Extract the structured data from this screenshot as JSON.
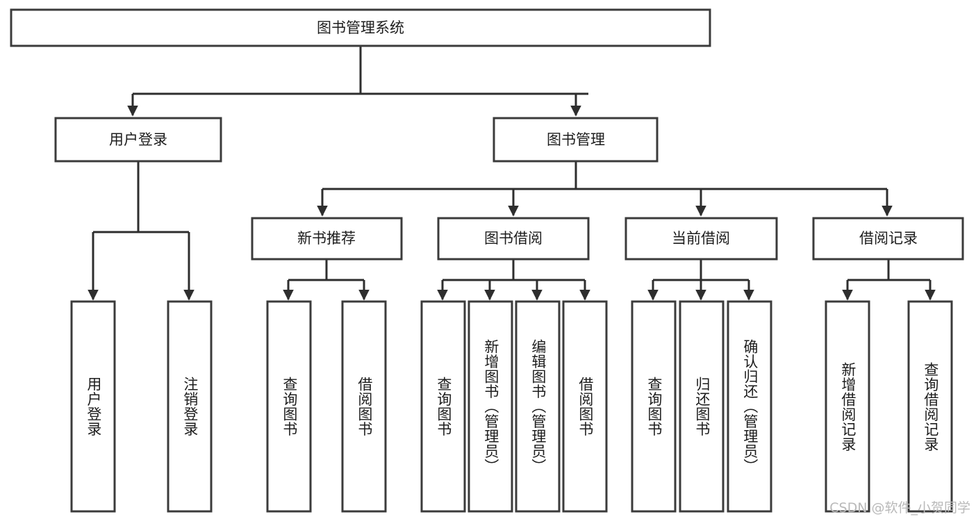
{
  "diagram": {
    "title": "图书管理系统",
    "type": "tree",
    "watermark": "CSDN @软件_小贺同学",
    "colors": {
      "box_stroke": "#3b3b3b",
      "link_stroke": "#2e2e2e",
      "box_fill": "#ffffff",
      "text": "#1d1d1d",
      "watermark": "#b9b9b9"
    },
    "root": {
      "id": "root",
      "label": "图书管理系统"
    },
    "level2": [
      {
        "id": "user-login",
        "label": "用户登录"
      },
      {
        "id": "book-manage",
        "label": "图书管理"
      }
    ],
    "level3": [
      {
        "id": "new-book-rec",
        "label": "新书推荐",
        "parent": "book-manage"
      },
      {
        "id": "book-borrow",
        "label": "图书借阅",
        "parent": "book-manage"
      },
      {
        "id": "current-borrow",
        "label": "当前借阅",
        "parent": "book-manage"
      },
      {
        "id": "borrow-record",
        "label": "借阅记录",
        "parent": "book-manage"
      }
    ],
    "leaves": [
      {
        "id": "leaf-user-login",
        "label": "用户登录",
        "parent": "user-login"
      },
      {
        "id": "leaf-user-logout",
        "label": "注销登录",
        "parent": "user-login"
      },
      {
        "id": "leaf-query-book-1",
        "label": "查询图书",
        "parent": "new-book-rec"
      },
      {
        "id": "leaf-borrow-book-1",
        "label": "借阅图书",
        "parent": "new-book-rec"
      },
      {
        "id": "leaf-query-book-2",
        "label": "查询图书",
        "parent": "book-borrow"
      },
      {
        "id": "leaf-add-book",
        "label": "新增图书（管理员）",
        "parent": "book-borrow"
      },
      {
        "id": "leaf-edit-book",
        "label": "编辑图书（管理员）",
        "parent": "book-borrow"
      },
      {
        "id": "leaf-borrow-book-2",
        "label": "借阅图书",
        "parent": "book-borrow"
      },
      {
        "id": "leaf-query-book-3",
        "label": "查询图书",
        "parent": "current-borrow"
      },
      {
        "id": "leaf-return-book",
        "label": "归还图书",
        "parent": "current-borrow"
      },
      {
        "id": "leaf-confirm-return",
        "label": "确认归还（管理员）",
        "parent": "current-borrow"
      },
      {
        "id": "leaf-add-record",
        "label": "新增借阅记录",
        "parent": "borrow-record"
      },
      {
        "id": "leaf-query-record",
        "label": "查询借阅记录",
        "parent": "borrow-record"
      }
    ]
  }
}
